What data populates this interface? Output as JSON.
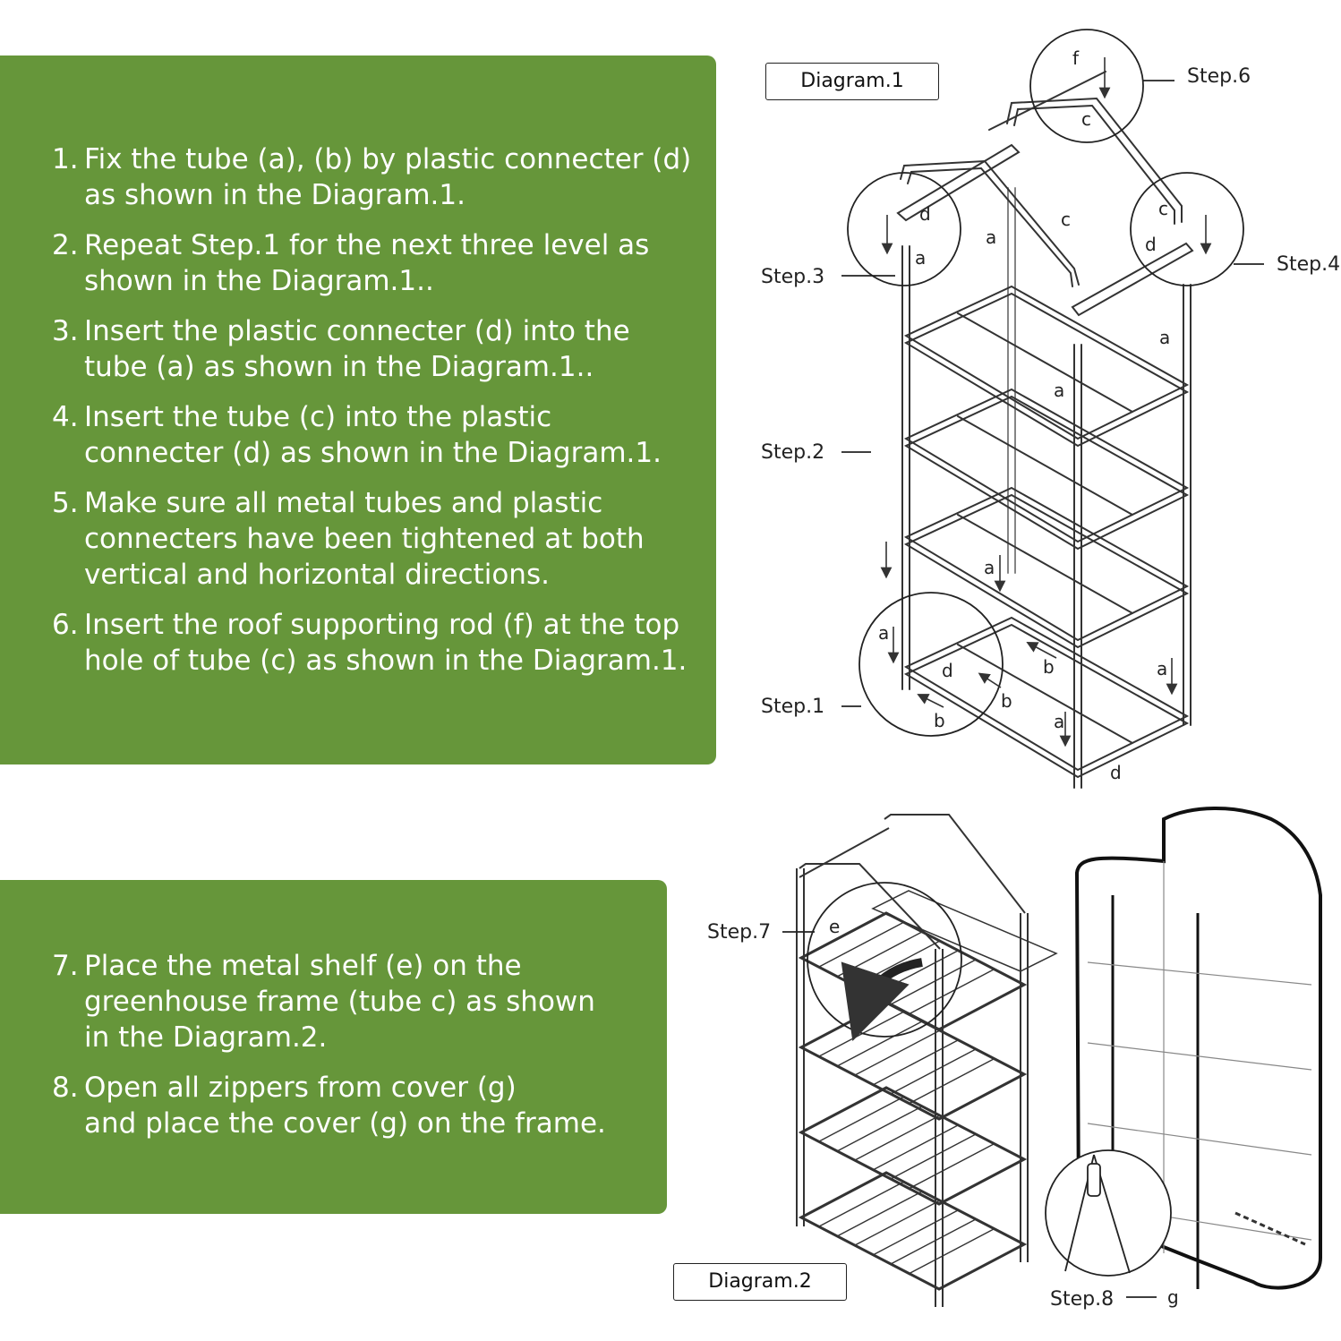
{
  "panel_1": {
    "steps": [
      {
        "num": "1.",
        "lines": [
          "Fix the tube (a), (b) by plastic connecter (d)",
          "as shown in the Diagram.1."
        ]
      },
      {
        "num": "2.",
        "lines": [
          "Repeat Step.1 for the next three level  as",
          "shown in the Diagram.1.."
        ]
      },
      {
        "num": "3.",
        "lines": [
          "Insert the plastic connecter (d) into the",
          "tube (a) as shown in the Diagram.1.."
        ]
      },
      {
        "num": "4.",
        "lines": [
          "Insert the tube (c) into the plastic",
          "connecter (d)  as shown in the Diagram.1."
        ]
      },
      {
        "num": "5.",
        "lines": [
          "Make sure all metal tubes and plastic",
          "connecters have been tightened at both",
          "vertical and horizontal directions."
        ]
      },
      {
        "num": "6.",
        "lines": [
          "Insert the roof supporting rod (f) at the top",
          "hole of tube (c) as shown in the Diagram.1."
        ]
      }
    ]
  },
  "panel_2": {
    "steps": [
      {
        "num": "7.",
        "lines": [
          "Place the metal shelf (e) on the",
          "greenhouse frame (tube c) as shown",
          "in the Diagram.2."
        ]
      },
      {
        "num": "8.",
        "lines": [
          "Open all zippers from cover (g)",
          "and place the cover (g) on the frame."
        ]
      }
    ]
  },
  "diagram_1": {
    "label": "Diagram.1",
    "step_labels": {
      "step1": "Step.1",
      "step2": "Step.2",
      "step3": "Step.3",
      "step4": "Step.4",
      "step6": "Step.6"
    },
    "part_letters": {
      "a": "a",
      "b": "b",
      "c": "c",
      "d": "d",
      "f": "f"
    }
  },
  "diagram_2": {
    "label": "Diagram.2",
    "step_labels": {
      "step7": "Step.7",
      "step8": "Step.8"
    },
    "part_letters": {
      "e": "e",
      "g": "g"
    }
  },
  "colors": {
    "panel_green": "#66963a",
    "text_white": "#ffffff",
    "line_dark": "#333333"
  }
}
